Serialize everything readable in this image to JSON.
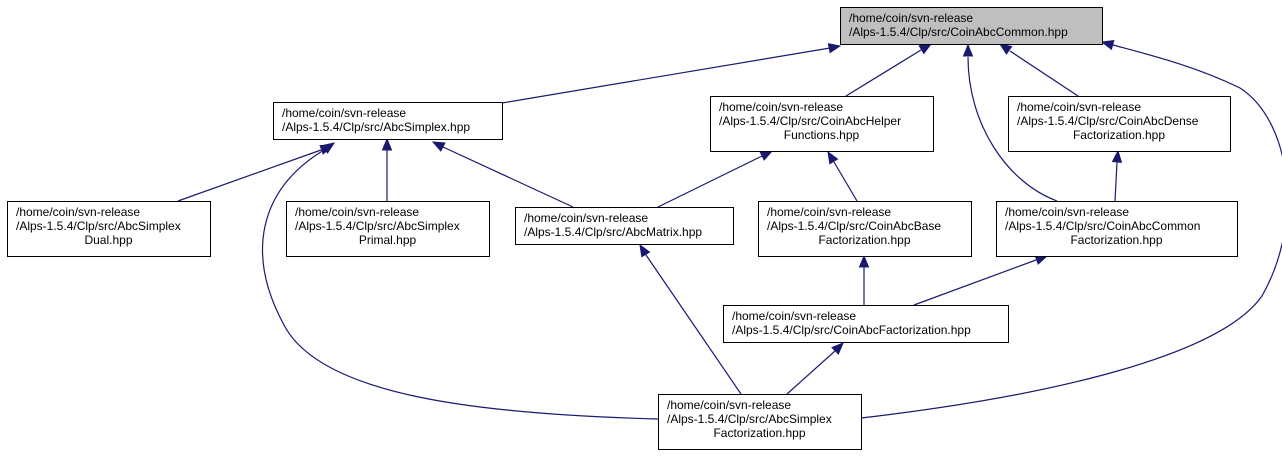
{
  "colors": {
    "edge": "#191970",
    "node_fill": "#ffffff",
    "root_fill": "#bfbfbf",
    "border": "#000000"
  },
  "nodes": [
    {
      "id": "common",
      "lines": [
        "/home/coin/svn-release",
        "/Alps-1.5.4/Clp/src/CoinAbcCommon.hpp"
      ],
      "root": true
    },
    {
      "id": "abcsimplex",
      "lines": [
        "/home/coin/svn-release",
        "/Alps-1.5.4/Clp/src/AbcSimplex.hpp"
      ]
    },
    {
      "id": "helper",
      "lines": [
        "/home/coin/svn-release",
        "/Alps-1.5.4/Clp/src/CoinAbcHelper",
        "Functions.hpp"
      ]
    },
    {
      "id": "dense",
      "lines": [
        "/home/coin/svn-release",
        "/Alps-1.5.4/Clp/src/CoinAbcDense",
        "Factorization.hpp"
      ]
    },
    {
      "id": "dual",
      "lines": [
        "/home/coin/svn-release",
        "/Alps-1.5.4/Clp/src/AbcSimplex",
        "Dual.hpp"
      ]
    },
    {
      "id": "primal",
      "lines": [
        "/home/coin/svn-release",
        "/Alps-1.5.4/Clp/src/AbcSimplex",
        "Primal.hpp"
      ]
    },
    {
      "id": "matrix",
      "lines": [
        "/home/coin/svn-release",
        "/Alps-1.5.4/Clp/src/AbcMatrix.hpp"
      ]
    },
    {
      "id": "basefact",
      "lines": [
        "/home/coin/svn-release",
        "/Alps-1.5.4/Clp/src/CoinAbcBase",
        "Factorization.hpp"
      ]
    },
    {
      "id": "commonfact",
      "lines": [
        "/home/coin/svn-release",
        "/Alps-1.5.4/Clp/src/CoinAbcCommon",
        "Factorization.hpp"
      ]
    },
    {
      "id": "fact",
      "lines": [
        "/home/coin/svn-release",
        "/Alps-1.5.4/Clp/src/CoinAbcFactorization.hpp"
      ]
    },
    {
      "id": "simplexfact",
      "lines": [
        "/home/coin/svn-release",
        "/Alps-1.5.4/Clp/src/AbcSimplex",
        "Factorization.hpp"
      ]
    }
  ],
  "edges": [
    {
      "from": "abcsimplex",
      "to": "common"
    },
    {
      "from": "helper",
      "to": "common"
    },
    {
      "from": "commonfact",
      "to": "common"
    },
    {
      "from": "dense",
      "to": "common"
    },
    {
      "from": "simplexfact",
      "to": "common"
    },
    {
      "from": "dual",
      "to": "abcsimplex"
    },
    {
      "from": "primal",
      "to": "abcsimplex"
    },
    {
      "from": "matrix",
      "to": "abcsimplex"
    },
    {
      "from": "simplexfact",
      "to": "abcsimplex"
    },
    {
      "from": "matrix",
      "to": "helper"
    },
    {
      "from": "basefact",
      "to": "helper"
    },
    {
      "from": "commonfact",
      "to": "dense"
    },
    {
      "from": "fact",
      "to": "basefact"
    },
    {
      "from": "fact",
      "to": "commonfact"
    },
    {
      "from": "simplexfact",
      "to": "matrix"
    },
    {
      "from": "simplexfact",
      "to": "fact"
    }
  ]
}
